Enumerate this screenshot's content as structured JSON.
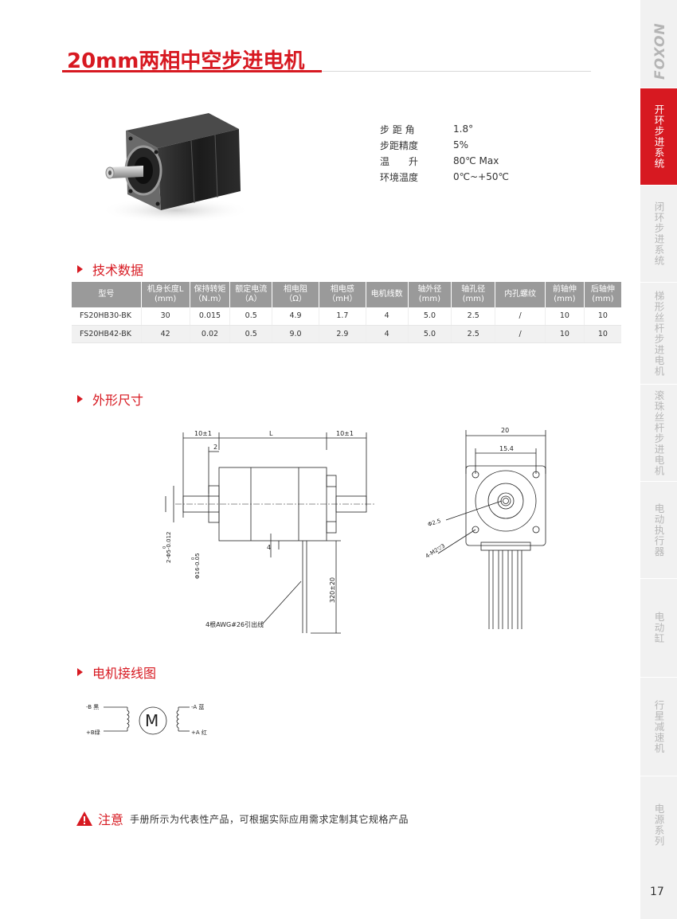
{
  "title": "20mm两相中空步进电机",
  "brand": "FOXON",
  "page_number": "17",
  "sidebar": {
    "items": [
      {
        "label": "开环步进系统",
        "active": true
      },
      {
        "label": "闭环步进系统",
        "active": false
      },
      {
        "label": "梯形丝杆步进电机",
        "active": false
      },
      {
        "label": "滚珠丝杆步进电机",
        "active": false
      },
      {
        "label": "电动执行器",
        "active": false
      },
      {
        "label": "电动缸",
        "active": false
      },
      {
        "label": "行星减速机",
        "active": false
      },
      {
        "label": "电源系列",
        "active": false
      }
    ]
  },
  "specs": [
    {
      "label": "步 距 角",
      "value": "1.8°"
    },
    {
      "label": "步距精度",
      "value": "5%"
    },
    {
      "label": "温　　升",
      "value": "80℃ Max"
    },
    {
      "label": "环境温度",
      "value": "0℃~+50℃"
    }
  ],
  "sections": {
    "tech": "技术数据",
    "dims": "外形尺寸",
    "wiring": "电机接线图"
  },
  "table": {
    "headers": [
      [
        "型号",
        ""
      ],
      [
        "机身长度L",
        "(mm)"
      ],
      [
        "保持转矩",
        "（N.m）"
      ],
      [
        "额定电流",
        "（A）"
      ],
      [
        "相电阻",
        "（Ω）"
      ],
      [
        "相电感",
        "（mH）"
      ],
      [
        "电机线数",
        ""
      ],
      [
        "轴外径",
        "(mm)"
      ],
      [
        "轴孔径",
        "(mm)"
      ],
      [
        "内孔螺纹",
        ""
      ],
      [
        "前轴伸",
        "(mm)"
      ],
      [
        "后轴伸",
        "(mm)"
      ]
    ],
    "rows": [
      [
        "FS20HB30-BK",
        "30",
        "0.015",
        "0.5",
        "4.9",
        "1.7",
        "4",
        "5.0",
        "2.5",
        "/",
        "10",
        "10"
      ],
      [
        "FS20HB42-BK",
        "42",
        "0.02",
        "0.5",
        "9.0",
        "2.9",
        "4",
        "5.0",
        "2.5",
        "/",
        "10",
        "10"
      ]
    ]
  },
  "drawing": {
    "dim_front_ext": "10±1",
    "dim_length": "L",
    "dim_rear_ext": "10±1",
    "dim_two": "2",
    "dim_shaft": "2-Φ5-0.012",
    "dim_shaft_tol": "0",
    "dim_boss": "Φ16-0.05",
    "dim_boss_tol": "0",
    "dim_four": "4",
    "dim_lead": "320±20",
    "lead_note": "4根AWG#26引出线",
    "dim_width": "20",
    "dim_hole_pitch": "15.4",
    "dim_bore": "Φ2.5",
    "dim_thread": "4-M2▽3"
  },
  "wiring": {
    "motor": "M",
    "b_minus": "-B 黑",
    "b_plus": "+B绿",
    "a_minus": "-A 蓝",
    "a_plus": "+A 红"
  },
  "note": {
    "title": "注意",
    "text": "手册所示为代表性产品，可根据实际应用需求定制其它规格产品"
  },
  "colors": {
    "accent": "#d71921",
    "table_header": "#9a9a9a",
    "sidebar_bg": "#f1f1f1"
  }
}
